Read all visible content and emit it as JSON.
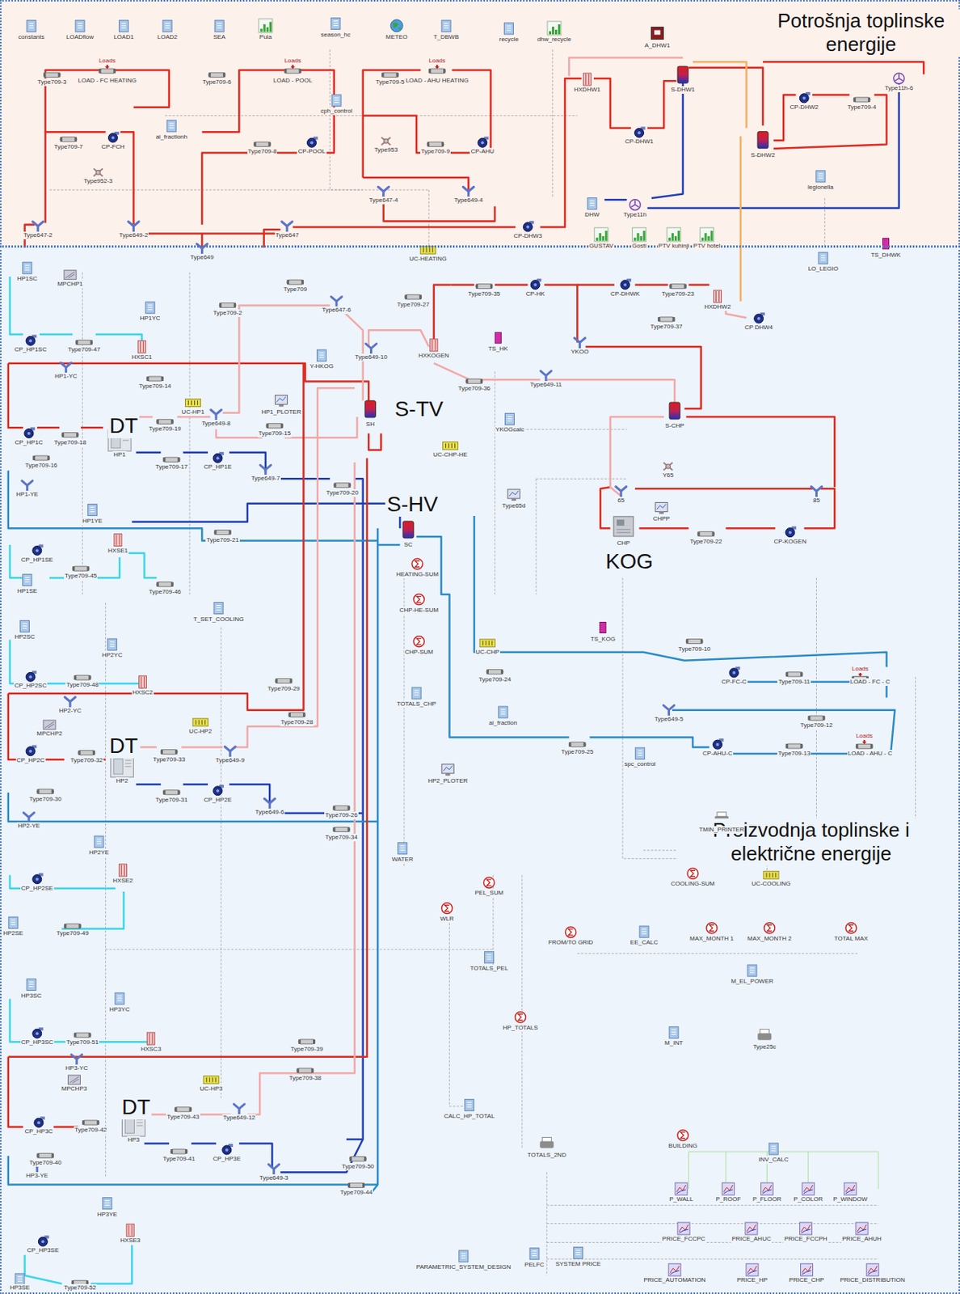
{
  "diagram": {
    "nodes": [
      {
        "text": [
          "Potrošnja toplinske energije"
        ]
      },
      {
        "text": [
          "Proizvodnja toplinske i električne energije"
        ]
      }
    ],
    "labels": [
      "constants",
      "LOADflow",
      "LOAD1",
      "LOAD2",
      "SEA",
      "Pula",
      "season_hc",
      "METEO",
      "T_DBWB",
      "recycle",
      "dhw_recycle",
      "A_DHW1",
      "Loads",
      "Type709-3",
      "LOAD - FC HEATING",
      "Loads",
      "Type709-6",
      "LOAD - POOL",
      "Loads",
      "Type709-5",
      "LOAD - AHU HEATING",
      "HXDHW1",
      "S-DHW1",
      "Type11h-6",
      "CP-DHW2",
      "Type709-4",
      "cph_control",
      "Type709-7",
      "CP-FCH",
      "ai_fractionh",
      "Type709-8",
      "CP-POOL",
      "Type953",
      "Type709-9",
      "CP-AHU",
      "CP-DHW1",
      "S-DHW2",
      "Type952-3",
      "legionella",
      "Type647-4",
      "Type649-4",
      "DHW",
      "Type11h",
      "Type647-2",
      "Type649-2",
      "Type647",
      "CP-DHW3",
      "GUSTAV",
      "Gosti",
      "PTV kuhinji",
      "PTV hotel",
      "UC-HEATING",
      "TS_DHWK",
      "LO_LEGIO",
      "HP1SC",
      "MPCHP1",
      "Type649",
      "Type709",
      "HP1YC",
      "Type709-2",
      "Type647-6",
      "Type709-27",
      "Type709-35",
      "CP-HK",
      "CP-DHWK",
      "Type709-23",
      "HXDHW2",
      "CP DHW4",
      "Type709-37",
      "CP_HP1SC",
      "Type709-47",
      "HXSC1",
      "Y-HKOG",
      "Type649-10",
      "HXKOGEN",
      "TS_HK",
      "YKOO",
      "HP1-YC",
      "Type709-14",
      "Type709-36",
      "Type649-11",
      "UC-HP1",
      "Type649-8",
      "HP1_PLOTER",
      "Type709-15",
      "SH",
      "S-CHP",
      "UC-CHP-HE",
      "YKOGcalc",
      "Type709-19",
      "CP_HP1C",
      "Type709-18",
      "HP1",
      "Type709-17",
      "CP_HP1E",
      "Type709-16",
      "Type649-7",
      "Y65",
      "HP1-YE",
      "Type709-20",
      "Type65d",
      "65",
      "85",
      "HP1YE",
      "CHPP",
      "SC",
      "CP_HP1SE",
      "HXSE1",
      "CHP",
      "Type709-22",
      "CP-KOGEN",
      "Type709-21",
      "HEATING-SUM",
      "Type709-45",
      "HP1SE",
      "Type709-46",
      "T_SET_COOLING",
      "CHP-HE-SUM",
      "HP2SC",
      "HP2YC",
      "CHP-SUM",
      "UC-CHP",
      "TS_KOG",
      "Type709-10",
      "CP_HP2SC",
      "Type709-48",
      "HXSC2",
      "Type709-29",
      "Type709-24",
      "CP-FC-C",
      "Type709-11",
      "Loads",
      "LOAD - FC - C",
      "TOTALS_CHP",
      "HP2-YC",
      "Type709-28",
      "ai_fraction",
      "Type649-5",
      "Type709-12",
      "MPCHP2",
      "UC-HP2",
      "Loads",
      "Type709-33",
      "Type649-9",
      "Type709-25",
      "CP-AHU-C",
      "Type709-13",
      "LOAD - AHU - C",
      "CP_HP2C",
      "Type709-32",
      "spc_control",
      "HP2",
      "Type709-31",
      "CP_HP2E",
      "HP2_PLOTER",
      "Type709-30",
      "Type649-6",
      "Type709-26",
      "HP2-YE",
      "Type709-34",
      "TMIN_PRINTER",
      "HP2YE",
      "WATER",
      "CP_HP2SE",
      "HXSE2",
      "COOLING-SUM",
      "UC-COOLING",
      "PEL_SUM",
      "WLR",
      "HP2SE",
      "Type709-49",
      "FROM/TO GRID",
      "EE_CALC",
      "MAX_MONTH 1",
      "MAX_MONTH 2",
      "TOTAL MAX",
      "TOTALS_PEL",
      "M_EL_POWER",
      "HP3SC",
      "HP3YC",
      "HP_TOTALS",
      "CP_HP3SC",
      "Type709-51",
      "HXSC3",
      "Type709-39",
      "M_INT",
      "Type25c",
      "HP3-YC",
      "Type709-38",
      "MPCHP3",
      "UC-HP3",
      "Type709-43",
      "Type649-12",
      "CALC_HP_TOTAL",
      "CP_HP3C",
      "Type709-42",
      "HP3",
      "Type709-40",
      "Type709-41",
      "CP_HP3E",
      "TOTALS_2ND",
      "BUILDING",
      "INV_CALC",
      "Type709-50",
      "HP3-YE",
      "Type649-3",
      "Type709-44",
      "HP3YE",
      "P_WALL",
      "P_ROOF",
      "P_FLOOR",
      "P_COLOR",
      "P_WINDOW",
      "CP_HP3SE",
      "HXSE3",
      "PRICE_FCCPC",
      "PRICE_AHUC",
      "PRICE_FCCPH",
      "PRICE_AHUH",
      "PARAMETRIC_SYSTEM_DESIGN",
      "PELFC",
      "SYSTEM PRICE",
      "HP3SE",
      "Type709-52",
      "PRICE_AUTOMATION",
      "PRICE_HP",
      "PRICE_CHP",
      "PRICE_DISTRIBUTION",
      "S-TV",
      "S-HV",
      "KOG",
      "DT",
      "DT",
      "DT"
    ]
  }
}
